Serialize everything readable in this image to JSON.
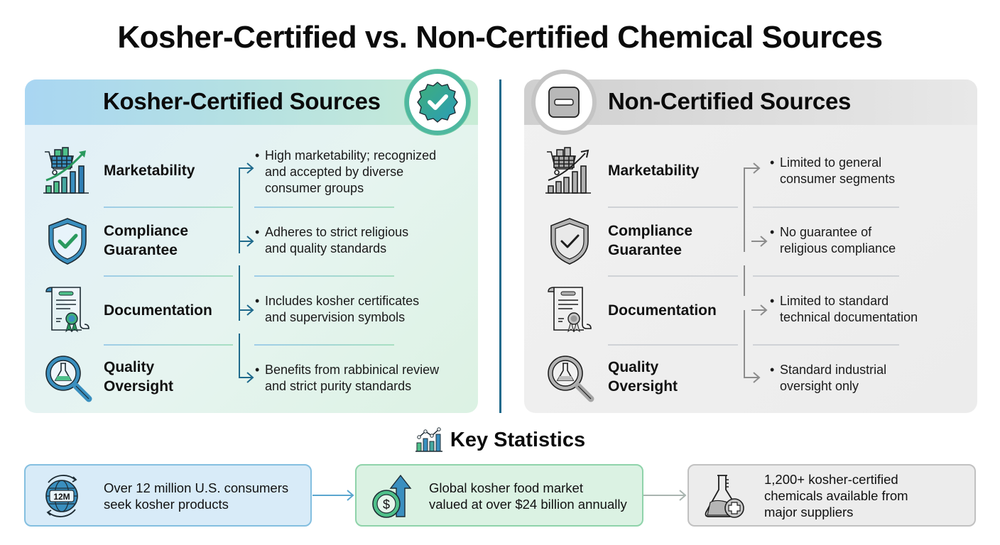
{
  "title": "Kosher-Certified vs. Non-Certified Chemical Sources",
  "colors": {
    "accent_blue": "#1f6a8c",
    "accent_green": "#3fae7a",
    "certified_header": "#a9d6f2",
    "noncertified_header": "#cfcfcf",
    "text": "#0b0b0b"
  },
  "certified": {
    "title": "Kosher-Certified Sources",
    "badge_icon": "verified-check-badge-icon",
    "rows": [
      {
        "label": "Marketability",
        "icon": "shopping-cart-growth-icon",
        "desc_lines": [
          "High marketability; recognized",
          "and accepted by diverse",
          "consumer groups"
        ]
      },
      {
        "label_lines": [
          "Compliance",
          "Guarantee"
        ],
        "icon": "shield-check-icon",
        "desc_lines": [
          "Adheres to strict religious",
          "and quality standards"
        ]
      },
      {
        "label": "Documentation",
        "icon": "certificate-scroll-icon",
        "desc_lines": [
          "Includes kosher certificates",
          "and supervision symbols"
        ]
      },
      {
        "label_lines": [
          "Quality",
          "Oversight"
        ],
        "icon": "magnifier-flask-icon",
        "desc_lines": [
          "Benefits from rabbinical review",
          "and strict purity standards"
        ]
      }
    ]
  },
  "noncertified": {
    "title": "Non-Certified Sources",
    "badge_icon": "minus-square-icon",
    "rows": [
      {
        "label": "Marketability",
        "icon": "shopping-cart-growth-icon",
        "desc_lines": [
          "Limited to general",
          "consumer segments"
        ]
      },
      {
        "label_lines": [
          "Compliance",
          "Guarantee"
        ],
        "icon": "shield-check-icon",
        "desc_lines": [
          "No guarantee of",
          "religious compliance"
        ]
      },
      {
        "label": "Documentation",
        "icon": "certificate-scroll-icon",
        "desc_lines": [
          "Limited to standard",
          "technical documentation"
        ]
      },
      {
        "label_lines": [
          "Quality",
          "Oversight"
        ],
        "icon": "magnifier-flask-icon",
        "desc_lines": [
          "Standard industrial",
          "oversight only"
        ]
      }
    ]
  },
  "bullet": "•",
  "stats": {
    "title": "Key Statistics",
    "title_icon": "bar-line-chart-icon",
    "cards": [
      {
        "icon": "globe-12m-icon",
        "badge_text": "12M",
        "lines": [
          "Over 12 million U.S. consumers",
          "seek kosher products"
        ]
      },
      {
        "icon": "dollar-coin-up-arrow-icon",
        "badge_text": "$",
        "lines": [
          "Global kosher food market",
          "valued at over $24 billion annually"
        ]
      },
      {
        "icon": "flask-plus-icon",
        "lines": [
          "1,200+ kosher-certified",
          "chemicals available from",
          "major suppliers"
        ]
      }
    ]
  }
}
